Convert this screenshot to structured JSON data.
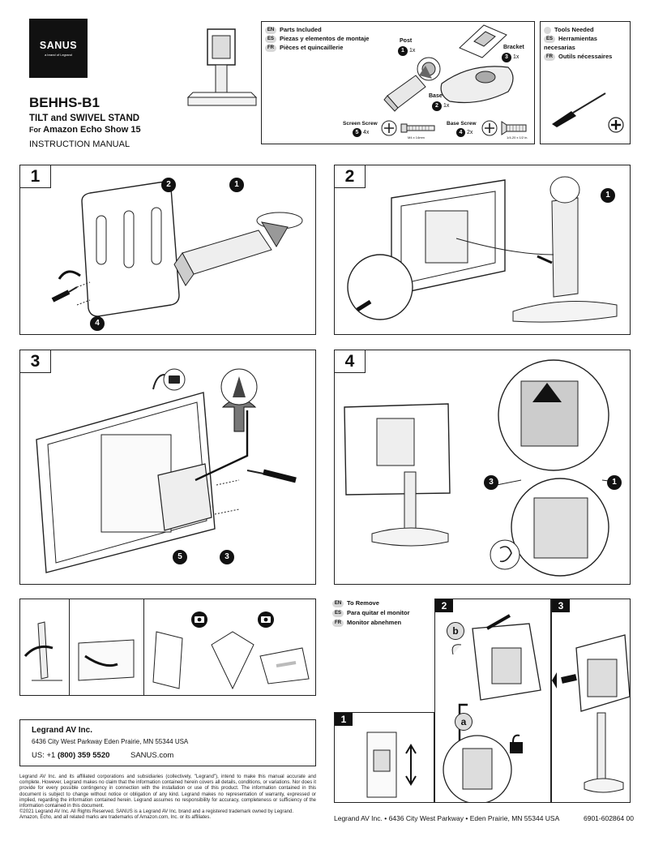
{
  "brand": {
    "logo": "SANUS",
    "sub": "a brand of Legrand"
  },
  "cover": {
    "model": "BEHHS-B1",
    "title": "TILT and SWIVEL STAND",
    "for_prefix": "For",
    "for_product": "Amazon Echo Show 15",
    "manual": "INSTRUCTION MANUAL"
  },
  "parts": {
    "header_en_tag": "EN",
    "header_en": "Parts Included",
    "header_es_tag": "ES",
    "header_es": "Piezas y elementos de montaje",
    "header_fr_tag": "FR",
    "header_fr": "Pièces et quincaillerie",
    "post_label": "Post",
    "post_num": "1",
    "post_qty": "1x",
    "bracket_label": "Bracket",
    "bracket_num": "3",
    "bracket_qty": "1x",
    "base_label": "Base",
    "base_num": "2",
    "base_qty": "1x",
    "screen_screw_label": "Screen Screw",
    "screen_screw_num": "5",
    "screen_screw_qty": "4x",
    "screen_screw_size": "M4 x 14mm",
    "base_screw_label": "Base Screw",
    "base_screw_num": "4",
    "base_screw_qty": "2x",
    "base_screw_size": "1/4-20 x 1/2 in."
  },
  "tools": {
    "en": "Tools Needed",
    "es_tag": "ES",
    "es": "Herramientas necesarias",
    "fr_tag": "FR",
    "fr": "Outils nécessaires"
  },
  "steps": {
    "s1": "1",
    "s2": "2",
    "s3": "3",
    "s4": "4",
    "c1": "1",
    "c2": "2",
    "c3": "4",
    "c4": "1",
    "c5": "5",
    "c6": "3",
    "c7": "3",
    "c8": "1"
  },
  "remove": {
    "en_tag": "EN",
    "en": "To Remove",
    "es_tag": "ES",
    "es": "Para quitar el monitor",
    "fr_tag": "FR",
    "fr": "Monitor abnehmen",
    "r1": "1",
    "r2": "2",
    "r3": "3",
    "a": "a",
    "b": "b"
  },
  "contact": {
    "company": "Legrand AV Inc.",
    "address": "6436 City West Parkway  Eden Prairie, MN 55344 USA",
    "phone_prefix": "US: +1",
    "phone": "(800) 359 5520",
    "web": "SANUS.com"
  },
  "legal": {
    "disclaimer": "Legrand AV Inc. and its affiliated corporations and subsidiaries (collectively, \"Legrand\"), intend to make this manual accurate and complete. However, Legrand makes no claim that the information contained herein covers all details, conditions, or variations. Nor does it provide for every possible contingency in connection with the installation or use of this product. The information contained in this document is subject to change without notice or obligation of any kind. Legrand makes no representation of warranty, expressed or implied, regarding the information contained herein. Legrand assumes no responsibility for accuracy, completeness or sufficiency of the information contained in this document.",
    "copyright": "©2021 Legrand AV Inc. All Rights Reserved. SANUS is a Legrand AV Inc. brand and a registered trademark owned by Legrand.",
    "trademark": "Amazon, Echo, and all related marks are trademarks of Amazon.com, Inc. or its affiliates."
  },
  "footer": {
    "company": "Legrand AV Inc.",
    "address": "•  6436 City West Parkway  •  Eden Prairie, MN 55344  USA",
    "doc": "6901-602864 00"
  }
}
